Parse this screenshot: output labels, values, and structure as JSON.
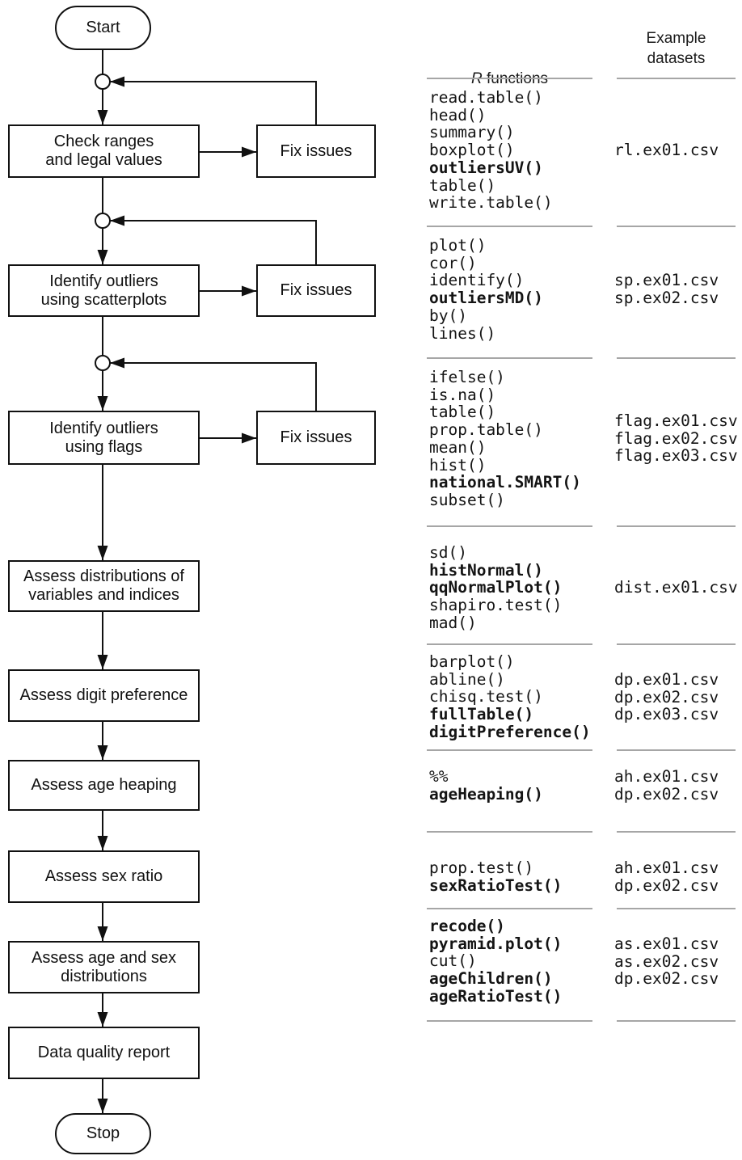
{
  "flowchart": {
    "start_label": "Start",
    "stop_label": "Stop",
    "fix_issues_label": "Fix issues",
    "steps": [
      {
        "label": "Check ranges\nand legal values"
      },
      {
        "label": "Identify outliers\nusing scatterplots"
      },
      {
        "label": "Identify outliers\nusing flags"
      },
      {
        "label": "Assess distributions of\nvariables and indices"
      },
      {
        "label": "Assess digit preference"
      },
      {
        "label": "Assess age heaping"
      },
      {
        "label": "Assess sex ratio"
      },
      {
        "label": "Assess age and sex\ndistributions"
      },
      {
        "label": "Data quality report"
      }
    ]
  },
  "panel": {
    "functions_header": {
      "r": "R",
      "rest": " functions"
    },
    "datasets_header": "Example\ndatasets",
    "sections": [
      {
        "functions": [
          {
            "name": "read.table()",
            "bold": false
          },
          {
            "name": "head()",
            "bold": false
          },
          {
            "name": "summary()",
            "bold": false
          },
          {
            "name": "boxplot()",
            "bold": false
          },
          {
            "name": "outliersUV()",
            "bold": true
          },
          {
            "name": "table()",
            "bold": false
          },
          {
            "name": "write.table()",
            "bold": false
          }
        ],
        "datasets": [
          "rl.ex01.csv"
        ]
      },
      {
        "functions": [
          {
            "name": "plot()",
            "bold": false
          },
          {
            "name": "cor()",
            "bold": false
          },
          {
            "name": "identify()",
            "bold": false
          },
          {
            "name": "outliersMD()",
            "bold": true
          },
          {
            "name": "by()",
            "bold": false
          },
          {
            "name": "lines()",
            "bold": false
          }
        ],
        "datasets": [
          "sp.ex01.csv",
          "sp.ex02.csv"
        ]
      },
      {
        "functions": [
          {
            "name": "ifelse()",
            "bold": false
          },
          {
            "name": "is.na()",
            "bold": false
          },
          {
            "name": "table()",
            "bold": false
          },
          {
            "name": "prop.table()",
            "bold": false
          },
          {
            "name": "mean()",
            "bold": false
          },
          {
            "name": "hist()",
            "bold": false
          },
          {
            "name": "national.SMART()",
            "bold": true
          },
          {
            "name": "subset()",
            "bold": false
          }
        ],
        "datasets": [
          "flag.ex01.csv",
          "flag.ex02.csv",
          "flag.ex03.csv"
        ]
      },
      {
        "functions": [
          {
            "name": "sd()",
            "bold": false
          },
          {
            "name": "histNormal()",
            "bold": true
          },
          {
            "name": "qqNormalPlot()",
            "bold": true
          },
          {
            "name": "shapiro.test()",
            "bold": false
          },
          {
            "name": "mad()",
            "bold": false
          }
        ],
        "datasets": [
          "dist.ex01.csv"
        ]
      },
      {
        "functions": [
          {
            "name": "barplot()",
            "bold": false
          },
          {
            "name": "abline()",
            "bold": false
          },
          {
            "name": "chisq.test()",
            "bold": false
          },
          {
            "name": "fullTable()",
            "bold": true
          },
          {
            "name": "digitPreference()",
            "bold": true
          }
        ],
        "datasets": [
          "dp.ex01.csv",
          "dp.ex02.csv",
          "dp.ex03.csv"
        ]
      },
      {
        "functions": [
          {
            "name": "%%",
            "bold": false
          },
          {
            "name": "ageHeaping()",
            "bold": true
          }
        ],
        "datasets": [
          "ah.ex01.csv",
          "dp.ex02.csv"
        ]
      },
      {
        "functions": [
          {
            "name": "prop.test()",
            "bold": false
          },
          {
            "name": "sexRatioTest()",
            "bold": true
          }
        ],
        "datasets": [
          "ah.ex01.csv",
          "dp.ex02.csv"
        ]
      },
      {
        "functions": [
          {
            "name": "recode()",
            "bold": true
          },
          {
            "name": "pyramid.plot()",
            "bold": true
          },
          {
            "name": "cut()",
            "bold": false
          },
          {
            "name": "ageChildren()",
            "bold": true
          },
          {
            "name": "ageRatioTest()",
            "bold": true
          }
        ],
        "datasets": [
          "as.ex01.csv",
          "as.ex02.csv",
          "dp.ex02.csv"
        ]
      }
    ]
  },
  "colors": {
    "line": "#111111",
    "rule": "#a6a6a6",
    "background": "#ffffff"
  }
}
